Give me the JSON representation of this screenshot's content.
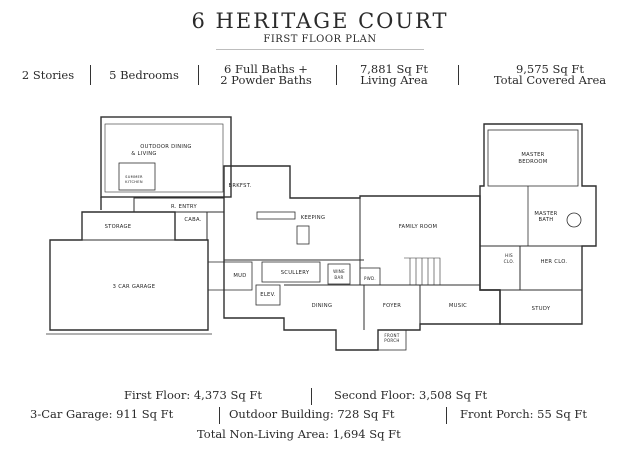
{
  "header": {
    "title": "6 HERITAGE COURT",
    "subtitle": "FIRST FLOOR PLAN"
  },
  "stats": [
    {
      "line1": "2 Stories",
      "line2": ""
    },
    {
      "line1": "5 Bedrooms",
      "line2": ""
    },
    {
      "line1": "6 Full Baths +",
      "line2": "2 Powder Baths"
    },
    {
      "line1": "7,881 Sq Ft",
      "line2": "Living Area"
    },
    {
      "line1": "9,575 Sq Ft",
      "line2": "Total Covered Area"
    }
  ],
  "rooms": {
    "outdoor": "OUTDOOR DINING",
    "outdoor2": "& LIVING",
    "summer": "SUMMER",
    "summer2": "KITCHEN",
    "r_entry": "R. ENTRY",
    "caba": "CABA.",
    "storage": "STORAGE",
    "brkfst": "BRKFST.",
    "keeping": "KEEPING",
    "family": "FAMILY ROOM",
    "master_bed": "MASTER",
    "master_bed2": "BEDROOM",
    "master_bath": "MASTER",
    "master_bath2": "BATH",
    "his": "HIS",
    "his2": "CLO.",
    "her": "HER CLO.",
    "garage": "3 CAR GARAGE",
    "mud": "MUD",
    "scullery": "SCULLERY",
    "wine": "WINE",
    "wine2": "BAR",
    "pwd": "PWD.",
    "elev": "ELEV.",
    "dining": "DINING",
    "foyer": "FOYER",
    "music": "MUSIC",
    "study": "STUDY",
    "front": "FRONT",
    "front2": "PORCH"
  },
  "footer": {
    "first_floor": "First Floor: 4,373 Sq Ft",
    "second_floor": "Second Floor: 3,508 Sq Ft",
    "garage": "3-Car Garage: 911 Sq Ft",
    "outdoor_building": "Outdoor Building: 728 Sq Ft",
    "front_porch": "Front Porch: 55 Sq Ft",
    "non_living": "Total Non-Living Area: 1,694 Sq Ft"
  }
}
